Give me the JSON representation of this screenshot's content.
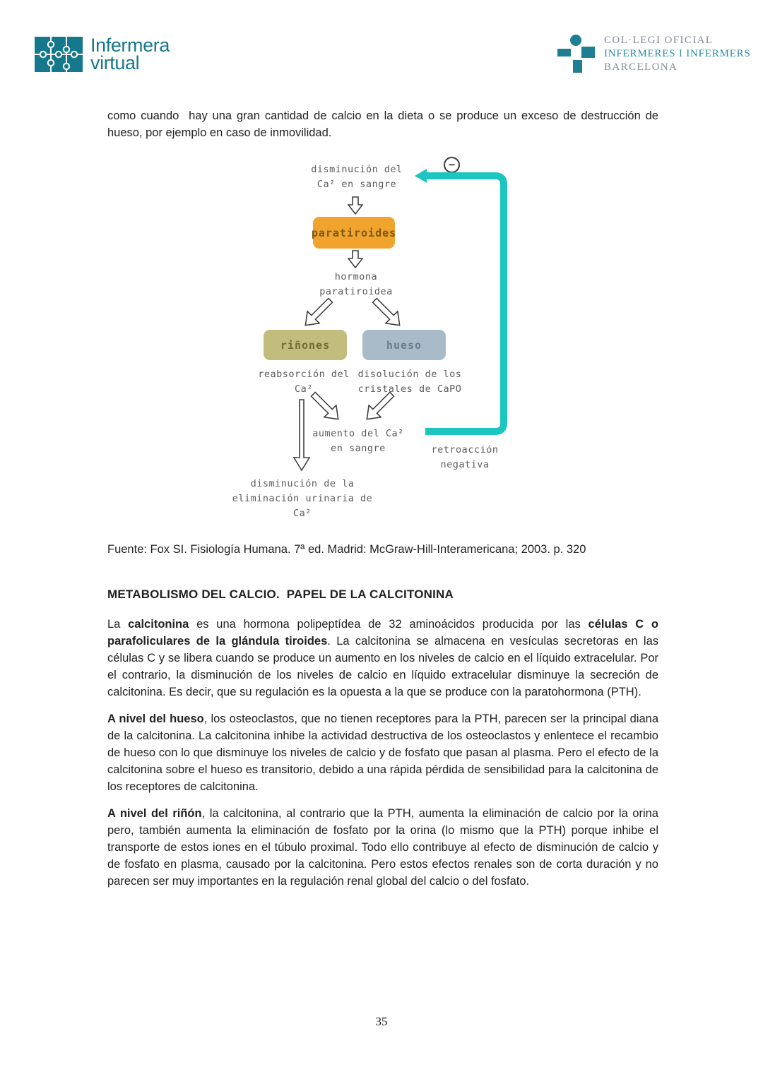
{
  "header": {
    "logo_left": {
      "line1": "Infermera",
      "line2": "virtual"
    },
    "logo_right": {
      "line1": "COL·LEGI OFICIAL",
      "line2": "INFERMERES I INFERMERS",
      "line3": "BARCELONA"
    }
  },
  "intro": "como cuando  hay una gran cantidad de calcio en la dieta o se produce un exceso de destrucción de hueso, por ejemplo en caso de inmovilidad.",
  "diagram": {
    "minus": "−",
    "trigger": "disminución del\nCa² en sangre",
    "gland": "paratiroides",
    "hormone": "hormona\nparatiroidea",
    "kidney": "riñones",
    "bone": "hueso",
    "kidney_effect": "reabsorción del\nCa²",
    "bone_effect": "disolución de los\ncristales de CaPO",
    "result": "aumento del Ca²\nen sangre",
    "feedback": "retroacción\nnegativa",
    "urine": "disminución de la\neliminación urinaria de\nCa²"
  },
  "source_line": "Fuente: Fox SI. Fisiología Humana. 7ª ed. Madrid: McGraw-Hill-Interamericana; 2003. p. 320",
  "section_heading": "METABOLISMO DEL CALCIO.  PAPEL DE LA CALCITONINA",
  "paragraphs": [
    {
      "segments": [
        {
          "t": "La ",
          "b": false
        },
        {
          "t": "calcitonina",
          "b": true
        },
        {
          "t": " es una hormona polipeptídea de 32 aminoácidos producida por las ",
          "b": false
        },
        {
          "t": "células C o parafoliculares de la glándula tiroides",
          "b": true
        },
        {
          "t": ". La calcitonina se almacena en vesículas secretoras en las células C y se libera cuando se produce un aumento en los niveles de calcio en el líquido extracelular. Por el contrario, la disminución de los niveles de calcio en líquido extracelular disminuye la secreción de calcitonina. Es decir, que su regulación es la opuesta a la que se produce con la paratohormona (PTH).",
          "b": false
        }
      ]
    },
    {
      "segments": [
        {
          "t": "A nivel del hueso",
          "b": true
        },
        {
          "t": ", los osteoclastos, que no tienen receptores para la PTH, parecen ser la principal diana de la calcitonina. La calcitonina inhibe la actividad destructiva de los osteoclastos y enlentece el recambio de hueso con lo que disminuye los niveles de calcio y de fosfato que pasan al plasma. Pero el efecto de la calcitonina sobre el hueso es transitorio, debido a una rápida pérdida de sensibilidad para la calcitonina de los receptores de calcitonina.",
          "b": false
        }
      ]
    },
    {
      "segments": [
        {
          "t": "A nivel del riñón",
          "b": true
        },
        {
          "t": ", la calcitonina, al contrario que la PTH, aumenta la eliminación de calcio por la orina pero, también aumenta la eliminación de fosfato por la orina (lo mismo que la PTH) porque inhibe el transporte de estos iones en el túbulo proximal. Todo ello contribuye al efecto de disminución de calcio y de fosfato en plasma, causado por la calcitonina. Pero estos efectos renales son de corta duración y no parecen ser muy importantes en la regulación renal global del calcio o del fosfato.",
          "b": false
        }
      ]
    }
  ],
  "page_number": "35",
  "colors": {
    "brand_teal": "#15788c",
    "logo_teal": "#1e7e93",
    "logo_gray": "#858b94",
    "logo_teal_text": "#2b8ea0",
    "teal_line": "#1cc5bf",
    "gland_box": "#f0a42d",
    "gland_text": "#7a560e",
    "kidney_box": "#c3bd7d",
    "kidney_text": "#6f6d33",
    "bone_box": "#a9bbc8",
    "bone_text": "#6c7d89",
    "diagram_text": "#5b5b5b",
    "body_text": "#212121"
  }
}
